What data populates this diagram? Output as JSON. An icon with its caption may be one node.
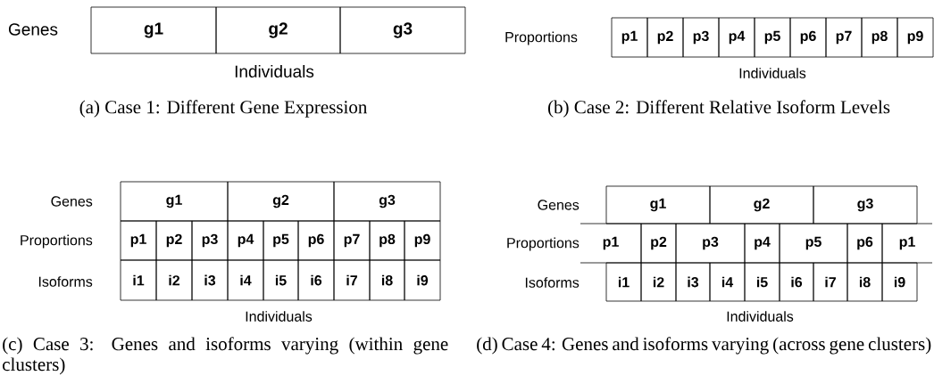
{
  "diagram": {
    "nodes": [
      {
        "text": [
          "g1"
        ]
      },
      {
        "text": [
          "g2"
        ]
      },
      {
        "text": [
          "g3"
        ]
      },
      {
        "text": [
          "p1"
        ]
      },
      {
        "text": [
          "p2"
        ]
      },
      {
        "text": [
          "p3"
        ]
      },
      {
        "text": [
          "p4"
        ]
      },
      {
        "text": [
          "p5"
        ]
      },
      {
        "text": [
          "p6"
        ]
      },
      {
        "text": [
          "p7"
        ]
      },
      {
        "text": [
          "p8"
        ]
      },
      {
        "text": [
          "p9"
        ]
      },
      {
        "text": [
          "g1"
        ]
      },
      {
        "text": [
          "g2"
        ]
      },
      {
        "text": [
          "g3"
        ]
      },
      {
        "text": [
          "p1"
        ]
      },
      {
        "text": [
          "p2"
        ]
      },
      {
        "text": [
          "p3"
        ]
      },
      {
        "text": [
          "p4"
        ]
      },
      {
        "text": [
          "p5"
        ]
      },
      {
        "text": [
          "p6"
        ]
      },
      {
        "text": [
          "p7"
        ]
      },
      {
        "text": [
          "p8"
        ]
      },
      {
        "text": [
          "p9"
        ]
      },
      {
        "text": [
          "i1"
        ]
      },
      {
        "text": [
          "i2"
        ]
      },
      {
        "text": [
          "i3"
        ]
      },
      {
        "text": [
          "i4"
        ]
      },
      {
        "text": [
          "i5"
        ]
      },
      {
        "text": [
          "i6"
        ]
      },
      {
        "text": [
          "i7"
        ]
      },
      {
        "text": [
          "i8"
        ]
      },
      {
        "text": [
          "i9"
        ]
      },
      {
        "text": [
          "g1"
        ]
      },
      {
        "text": [
          "g2"
        ]
      },
      {
        "text": [
          "g3"
        ]
      },
      {
        "text": [
          "p1"
        ]
      },
      {
        "text": [
          "p2"
        ]
      },
      {
        "text": [
          "p3"
        ]
      },
      {
        "text": [
          "p4"
        ]
      },
      {
        "text": [
          "p5"
        ]
      },
      {
        "text": [
          "p6"
        ]
      },
      {
        "text": [
          "p1"
        ]
      },
      {
        "text": [
          "i1"
        ]
      },
      {
        "text": [
          "i2"
        ]
      },
      {
        "text": [
          "i3"
        ]
      },
      {
        "text": [
          "i4"
        ]
      },
      {
        "text": [
          "i5"
        ]
      },
      {
        "text": [
          "i6"
        ]
      },
      {
        "text": [
          "i7"
        ]
      },
      {
        "text": [
          "i8"
        ]
      },
      {
        "text": [
          "i9"
        ]
      }
    ],
    "labels": [
      "Genes",
      "Individuals",
      "(a) Case 1: Different Gene Expression",
      "Proportions",
      "Individuals",
      "(b) Case 2: Different Relative Isoform Levels",
      "Genes",
      "Proportions",
      "Isoforms",
      "Individuals",
      "(c) Case 3: Genes and isoforms varying (within gene clusters)",
      "Genes",
      "Proportions",
      "Isoforms",
      "Individuals",
      "(d) Case 4: Genes and isoforms varying (across gene clusters)"
    ]
  }
}
